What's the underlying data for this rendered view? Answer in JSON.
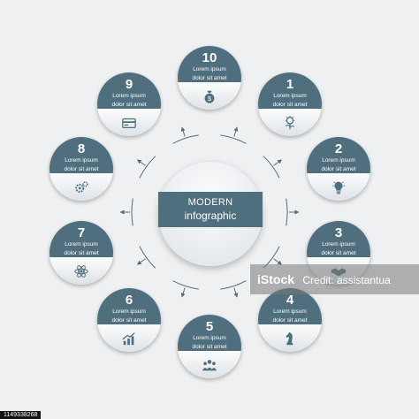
{
  "center": {
    "title": "MODERN",
    "subtitle": "infographic"
  },
  "items": [
    {
      "number": "10",
      "text1": "Lorem ipsum",
      "text2": "dolor sit amet",
      "icon": "money-bag-icon"
    },
    {
      "number": "1",
      "text1": "Lorem ipsum",
      "text2": "dolor sit amet",
      "icon": "idea-plant-icon"
    },
    {
      "number": "2",
      "text1": "Lorem ipsum",
      "text2": "dolor sit amet",
      "icon": "lightbulb-icon"
    },
    {
      "number": "3",
      "text1": "Lorem ipsum",
      "text2": "dolor sit amet",
      "icon": "handshake-icon"
    },
    {
      "number": "4",
      "text1": "Lorem ipsum",
      "text2": "dolor sit amet",
      "icon": "chess-knight-icon"
    },
    {
      "number": "5",
      "text1": "Lorem ipsum",
      "text2": "dolor sit amet",
      "icon": "team-icon"
    },
    {
      "number": "6",
      "text1": "Lorem ipsum",
      "text2": "dolor sit amet",
      "icon": "growth-chart-icon"
    },
    {
      "number": "7",
      "text1": "Lorem ipsum",
      "text2": "dolor sit amet",
      "icon": "atom-icon"
    },
    {
      "number": "8",
      "text1": "Lorem ipsum",
      "text2": "dolor sit amet",
      "icon": "gears-icon"
    },
    {
      "number": "9",
      "text1": "Lorem ipsum",
      "text2": "dolor sit amet",
      "icon": "credit-card-icon"
    }
  ],
  "colors": {
    "primary": "#4f6f7e",
    "background": "#eef0f2",
    "ring": "#4f6f7e"
  },
  "watermark": {
    "text": "iStock",
    "credit": "Credit: assistantua"
  },
  "stock_id": "1149338268"
}
